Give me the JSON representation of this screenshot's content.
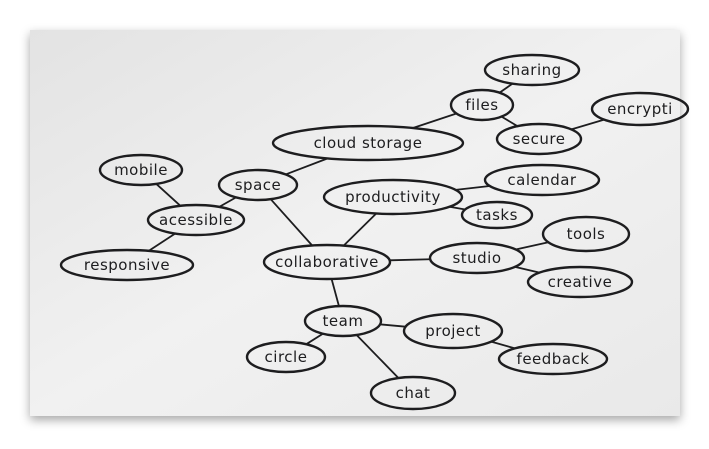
{
  "mindmap": {
    "center": "collaborative",
    "nodes": [
      {
        "id": "collaborative",
        "label": "collaborative"
      },
      {
        "id": "space",
        "label": "space"
      },
      {
        "id": "cloud_storage",
        "label": "cloud storage"
      },
      {
        "id": "files",
        "label": "files"
      },
      {
        "id": "sharing",
        "label": "sharing"
      },
      {
        "id": "secure",
        "label": "secure"
      },
      {
        "id": "encrypti",
        "label": "encrypti"
      },
      {
        "id": "accessible",
        "label": "acessible"
      },
      {
        "id": "mobile",
        "label": "mobile"
      },
      {
        "id": "responsive",
        "label": "responsive"
      },
      {
        "id": "productivity",
        "label": "productivity"
      },
      {
        "id": "calendar",
        "label": "calendar"
      },
      {
        "id": "tasks",
        "label": "tasks"
      },
      {
        "id": "studio",
        "label": "studio"
      },
      {
        "id": "tools",
        "label": "tools"
      },
      {
        "id": "creative",
        "label": "creative"
      },
      {
        "id": "team",
        "label": "team"
      },
      {
        "id": "circle",
        "label": "circle"
      },
      {
        "id": "project",
        "label": "project"
      },
      {
        "id": "feedback",
        "label": "feedback"
      },
      {
        "id": "chat",
        "label": "chat"
      }
    ],
    "edges": [
      [
        "space",
        "collaborative"
      ],
      [
        "space",
        "cloud_storage"
      ],
      [
        "space",
        "accessible"
      ],
      [
        "cloud_storage",
        "files"
      ],
      [
        "files",
        "sharing"
      ],
      [
        "files",
        "secure"
      ],
      [
        "secure",
        "encrypti"
      ],
      [
        "accessible",
        "mobile"
      ],
      [
        "accessible",
        "responsive"
      ],
      [
        "collaborative",
        "productivity"
      ],
      [
        "productivity",
        "calendar"
      ],
      [
        "productivity",
        "tasks"
      ],
      [
        "collaborative",
        "studio"
      ],
      [
        "studio",
        "tools"
      ],
      [
        "studio",
        "creative"
      ],
      [
        "collaborative",
        "team"
      ],
      [
        "team",
        "circle"
      ],
      [
        "team",
        "project"
      ],
      [
        "team",
        "chat"
      ],
      [
        "project",
        "feedback"
      ]
    ]
  }
}
